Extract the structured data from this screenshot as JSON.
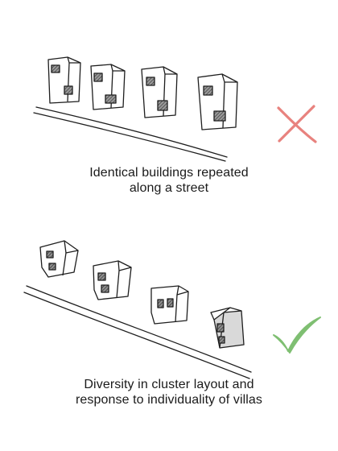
{
  "top_panel": {
    "caption_lines": [
      "Identical buildings repeated",
      "along a street"
    ],
    "verdict_icon": "cross-icon",
    "verdict_color": "#e8827e"
  },
  "bottom_panel": {
    "caption_lines": [
      "Diversity in cluster layout and",
      "response to individuality of villas"
    ],
    "verdict_icon": "check-icon",
    "verdict_color": "#7fbf72"
  },
  "colors": {
    "ink": "#1e1e1e",
    "window_fill": "#6e6e6e",
    "shade_fill": "#d9d9d9"
  }
}
